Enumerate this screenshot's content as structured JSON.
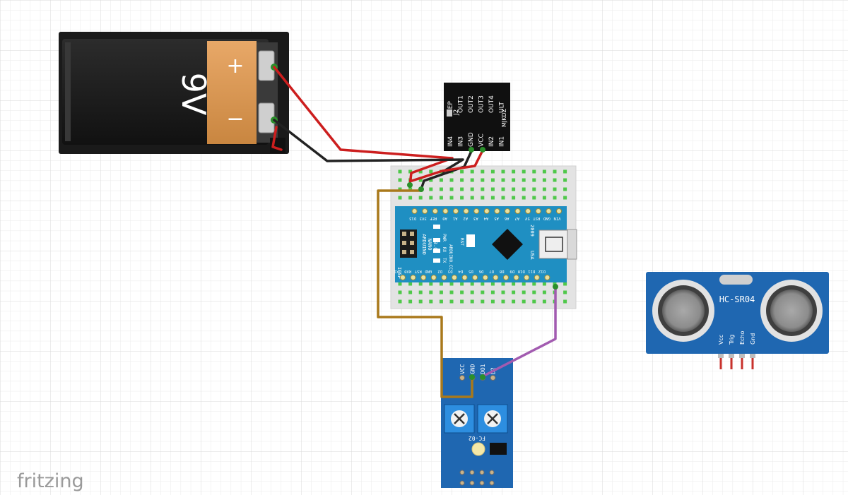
{
  "app": {
    "watermark": "fritzing"
  },
  "battery": {
    "label": "9V",
    "plus": "+",
    "minus": "−"
  },
  "driver": {
    "pins_top": [
      "EEP",
      "OUT1",
      "OUT2",
      "OUT3",
      "OUT4",
      "ULT"
    ],
    "pins_bottom": [
      "IN4",
      "IN3",
      "GND",
      "VCC",
      "IN2",
      "IN1"
    ],
    "jumper": "J2",
    "brand": "MJKDZ"
  },
  "nano": {
    "title_lines": [
      "ARDUINO",
      "NANO",
      "V3.0"
    ],
    "icsp": "ICSP",
    "pwr": "PWR",
    "rst": "RST",
    "tx": "TX",
    "rx": "RX",
    "year": "2009",
    "usa": "USA",
    "brand": "ARDUINO.CC",
    "top_pins": [
      "VIN",
      "GND",
      "RST",
      "5V",
      "A7",
      "A6",
      "A5",
      "A4",
      "A3",
      "A2",
      "A1",
      "A0",
      "REF",
      "3V3",
      "D13"
    ],
    "bottom_pins": [
      "TX1",
      "RX0",
      "RST",
      "GND",
      "D2",
      "D3",
      "D4",
      "D5",
      "D6",
      "D7",
      "D8",
      "D9",
      "D10",
      "D11",
      "D12"
    ]
  },
  "sensor": {
    "name": "HC-SR04",
    "pins": [
      "Vcc",
      "Trig",
      "Echo",
      "Gnd"
    ]
  },
  "motor_sensor": {
    "pins": [
      "VCC",
      "GND",
      "DO1",
      "D2"
    ],
    "name": "FC-02"
  },
  "colors": {
    "grid": "#e6e6e6",
    "wire_red": "#cc1e1e",
    "wire_black": "#222222",
    "wire_brown": "#a9791b",
    "wire_purple": "#a25bb0",
    "pcb_blue": "#1f67b1",
    "nano_blue": "#1f8fc2",
    "breadboard": "#e3e3e3",
    "hole_green": "#4fc84a"
  }
}
